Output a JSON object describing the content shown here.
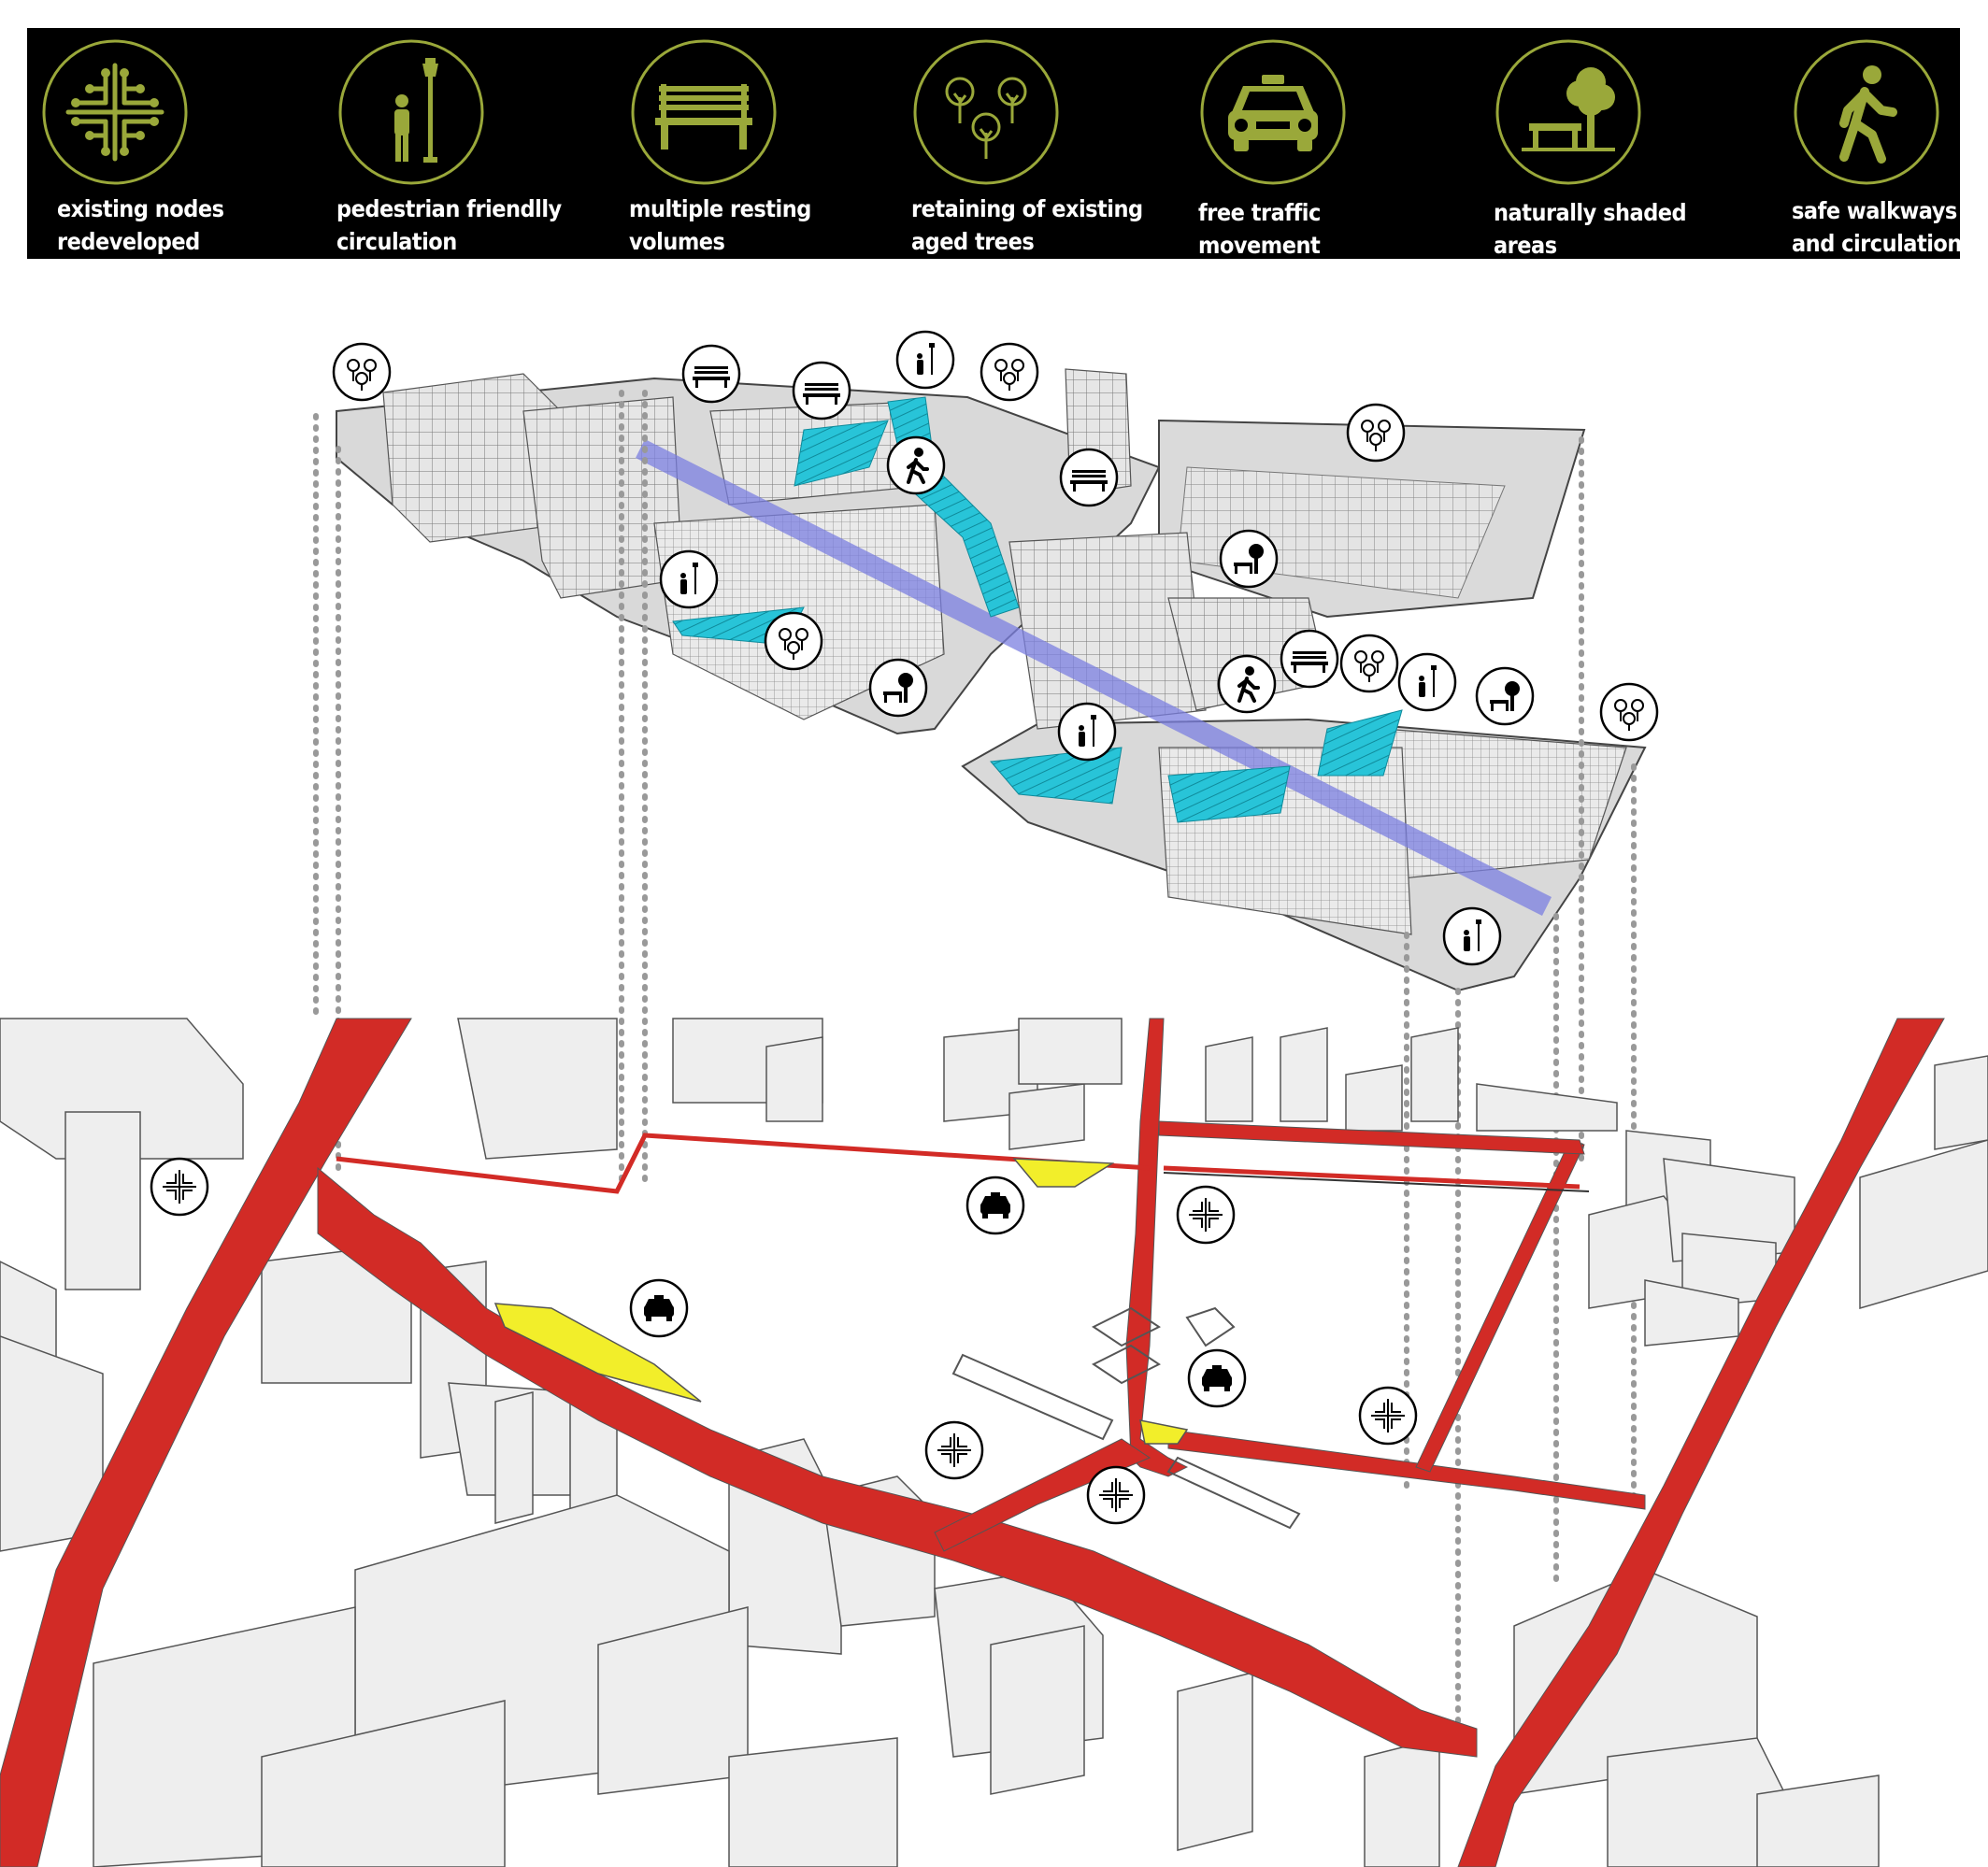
{
  "colors": {
    "legend_background": "#000000",
    "icon_accent": "#9aa83a",
    "road_red": "#d22b26",
    "walkway_cyan": "#22c3d6",
    "corridor_purple": "#7b7fe0",
    "parking_yellow": "#f2ee2a",
    "building_fill": "#eeeeee",
    "building_stroke": "#555555"
  },
  "legend": [
    {
      "icon": "nodes-icon",
      "label": "existing nodes\nredeveloped"
    },
    {
      "icon": "pedestrian-streetlamp-icon",
      "label": "pedestrian friendlly\ncirculation"
    },
    {
      "icon": "bench-icon",
      "label": "multiple resting\nvolumes"
    },
    {
      "icon": "trees-icon",
      "label": "retaining of existing\naged trees"
    },
    {
      "icon": "taxi-icon",
      "label": "free traffic\nmovement"
    },
    {
      "icon": "bench-tree-icon",
      "label": "naturally shaded\nareas"
    },
    {
      "icon": "walking-person-icon",
      "label": "safe walkways\nand circulation"
    }
  ],
  "map_markers": [
    {
      "icon": "trees-icon"
    },
    {
      "icon": "bench-icon"
    },
    {
      "icon": "pedestrian-streetlamp-icon"
    },
    {
      "icon": "taxi-icon"
    },
    {
      "icon": "nodes-icon"
    },
    {
      "icon": "walking-person-icon"
    },
    {
      "icon": "bench-tree-icon"
    }
  ]
}
